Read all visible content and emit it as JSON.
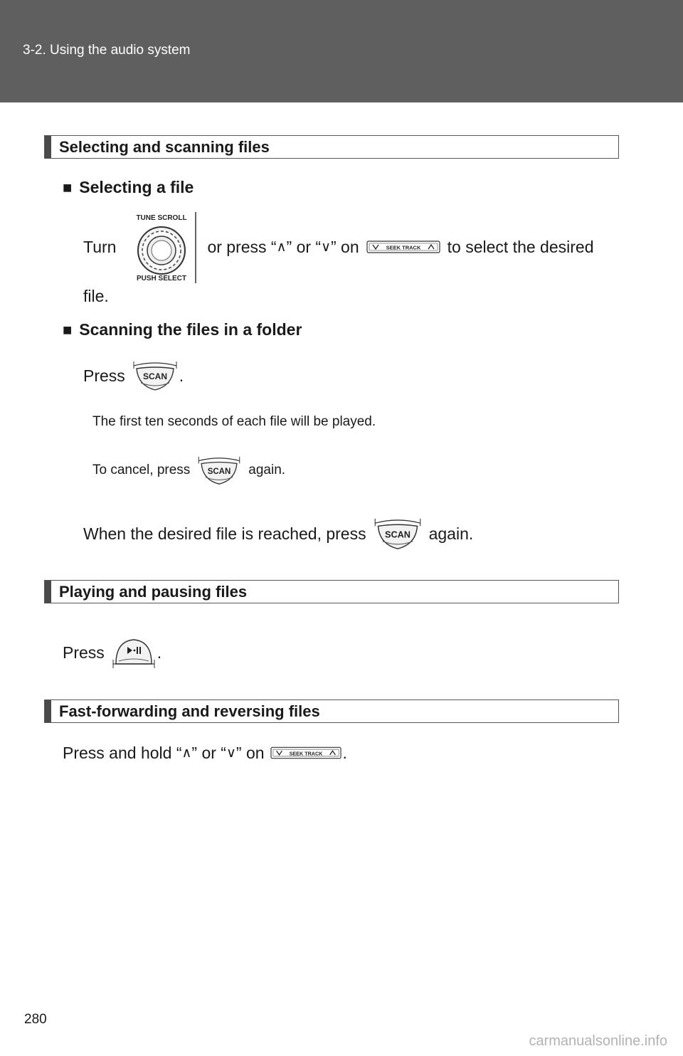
{
  "header": {
    "title": "3-2. Using the audio system"
  },
  "sections": {
    "selecting": {
      "title": "Selecting and scanning files",
      "file_heading": "Selecting a file",
      "turn_text": "Turn",
      "or_press_text": "or press “",
      "up_symbol": "∧",
      "or_text": "” or “",
      "down_symbol": "∨",
      "on_text": "” on",
      "select_text": "to select the desired",
      "file_text": "file.",
      "scan_heading": "Scanning the files in a folder",
      "press_text": "Press",
      "period": ".",
      "note1": "The first ten seconds of each file will be played.",
      "note2_before": "To cancel, press",
      "note2_after": "again.",
      "reached_before": "When the desired file is reached, press",
      "reached_after": "again."
    },
    "playing": {
      "title": "Playing and pausing files",
      "press_text": "Press",
      "period": "."
    },
    "fast": {
      "title": "Fast-forwarding and reversing files",
      "text_before": "Press and hold “",
      "up_symbol": "∧",
      "or_text": "” or “",
      "down_symbol": "∨",
      "on_text": "” on",
      "period": "."
    }
  },
  "icons": {
    "knob_top": "TUNE SCROLL",
    "knob_bottom": "PUSH SELECT",
    "seek_label": "SEEK TRACK",
    "scan_label": "SCAN",
    "play_pause_name": "play-pause-icon"
  },
  "page_number": "280",
  "watermark": "carmanualsonline.info"
}
